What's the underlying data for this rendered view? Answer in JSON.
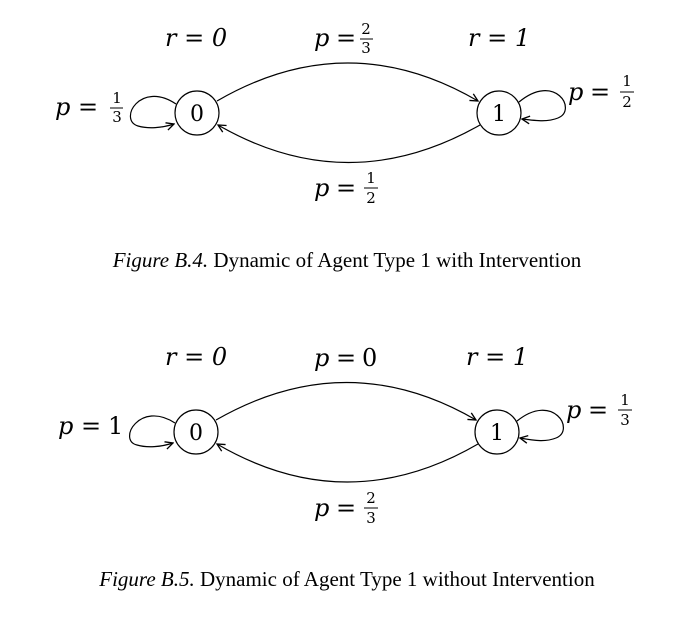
{
  "figures": [
    {
      "caption_tag": "Figure B.4.",
      "caption_text": "Dynamic of Agent Type 1 with Intervention",
      "state0": "0",
      "state1": "1",
      "reward0": "r = 0",
      "reward1": "r = 1",
      "self_loop_0": {
        "var": "p",
        "num": "1",
        "den": "3"
      },
      "edge_0_to_1": {
        "var": "p",
        "num": "2",
        "den": "3"
      },
      "self_loop_1": {
        "var": "p",
        "num": "1",
        "den": "2"
      },
      "edge_1_to_0": {
        "var": "p",
        "num": "1",
        "den": "2"
      }
    },
    {
      "caption_tag": "Figure B.5.",
      "caption_text": "Dynamic of Agent Type 1 without Intervention",
      "state0": "0",
      "state1": "1",
      "reward0": "r = 0",
      "reward1": "r = 1",
      "self_loop_0": {
        "var": "p",
        "value": "1"
      },
      "edge_0_to_1": {
        "var": "p",
        "value": "0"
      },
      "self_loop_1": {
        "var": "p",
        "num": "1",
        "den": "3"
      },
      "edge_1_to_0": {
        "var": "p",
        "num": "2",
        "den": "3"
      }
    }
  ]
}
